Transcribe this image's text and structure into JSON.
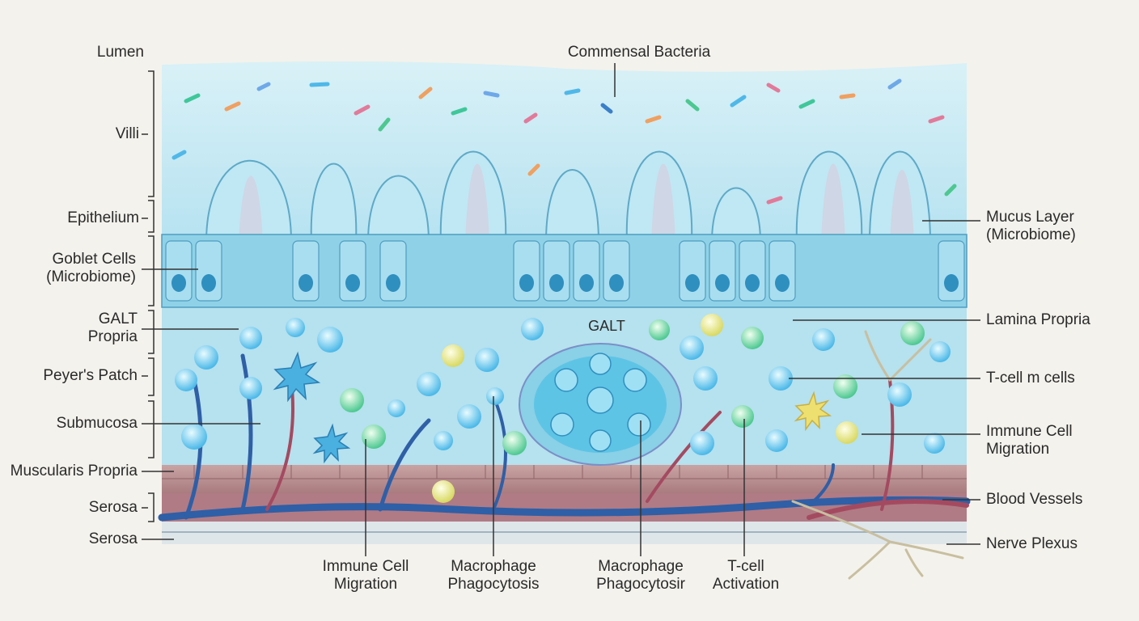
{
  "labels": {
    "left": {
      "lumen": "Lumen",
      "villi": "Villi",
      "epithelium": "Epithelium",
      "goblet": "Goblet Cells\n(Microbiome)",
      "galt_propria": "GALT\nPropria",
      "peyers_patch": "Peyer's Patch",
      "submucosa": "Submucosa",
      "muscularis": "Muscularis Propria",
      "serosa_1": "Serosa",
      "serosa_2": "Serosa"
    },
    "top": {
      "bacteria": "Commensal Bacteria"
    },
    "inner": {
      "galt": "GALT"
    },
    "right": {
      "mucus": "Mucus Layer\n(Microbiome)",
      "lamina": "Lamina Propria",
      "tcell_m": "T-cell m cells",
      "immune_migration": "Immune Cell\nMigration",
      "blood_vessels": "Blood Vessels",
      "nerve_plexus": "Nerve Plexus"
    },
    "bottom": {
      "immune_migration": "Immune Cell\nMigration",
      "macrophage_1": "Macrophage\nPhagocytosis",
      "macrophage_2": "Macrophage\nPhagocytosir",
      "tcell_activation": "T-cell\nActivation"
    }
  },
  "colors": {
    "lumen": "#bfe6f2",
    "mucosa": "#a9dcec",
    "epithelium_cell": "#7cc8e0",
    "nucleus": "#2f8fbf",
    "muscle": "#b88a8a",
    "vein": "#2f5fa6",
    "artery": "#a44a60",
    "nerve": "#c8bfa0",
    "leader_line": "#333333"
  }
}
